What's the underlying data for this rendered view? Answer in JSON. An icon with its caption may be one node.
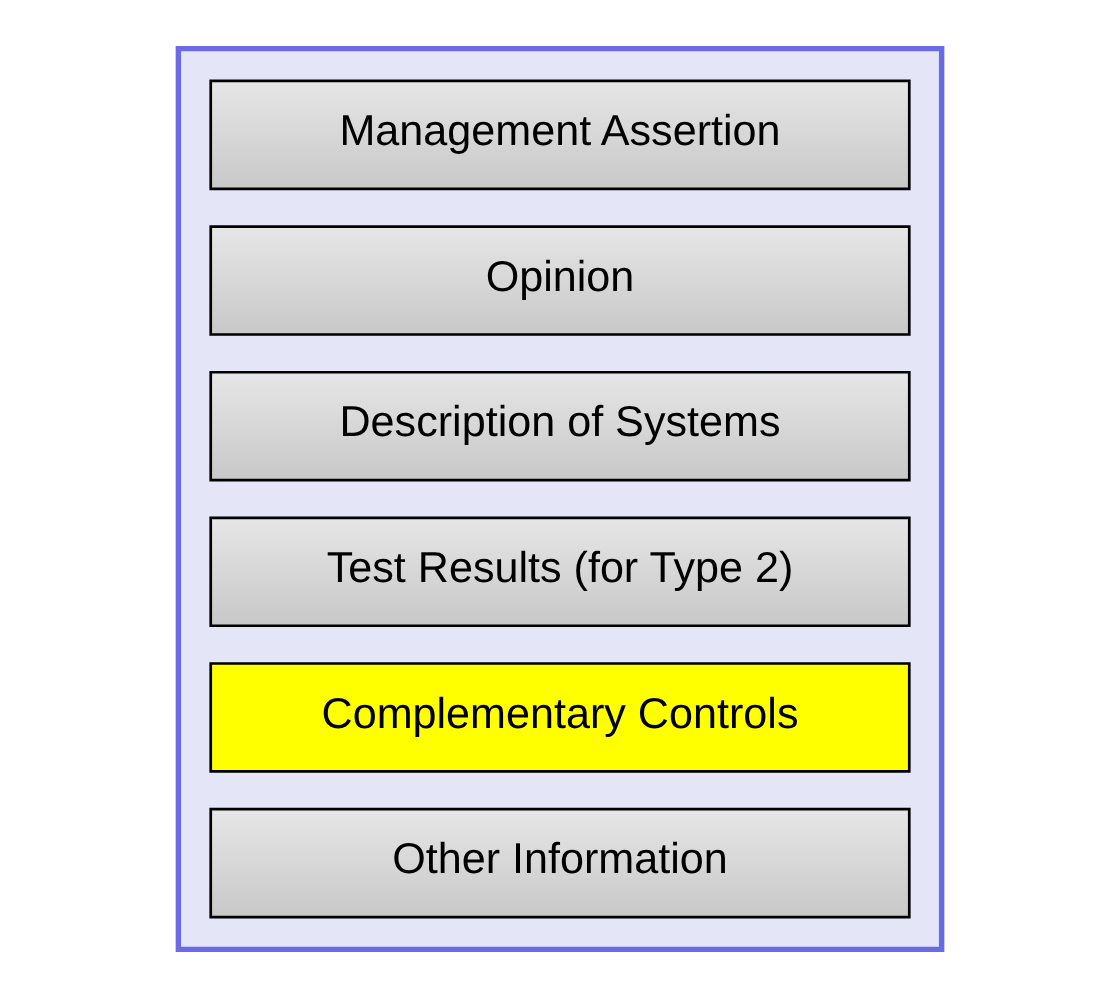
{
  "diagram": {
    "nodes": [
      {
        "text": [],
        "shape": "box"
      },
      {
        "text": [
          "Management Assertion"
        ],
        "in": 0
      },
      {
        "text": [
          "Opinion"
        ],
        "in": 0
      },
      {
        "text": [
          "Description of Systems"
        ],
        "in": 0
      },
      {
        "text": [
          "Test Results (for Type 2)"
        ],
        "in": 0
      },
      {
        "text": [
          "Complementary Controls"
        ],
        "in": 0
      },
      {
        "text": [
          "Other Information"
        ],
        "in": 0
      }
    ]
  }
}
